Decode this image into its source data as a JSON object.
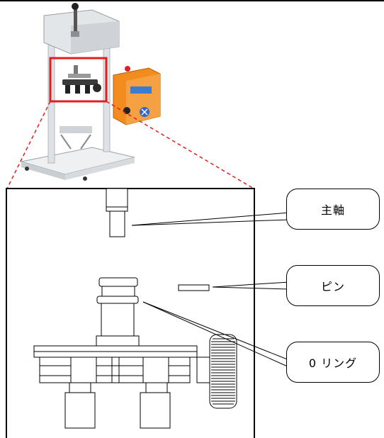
{
  "labels": {
    "spindle": "主軸",
    "pin": "ピン",
    "o_ring": "0 リング"
  },
  "colors": {
    "highlight": "#e02020",
    "machine_body": "#e6e8ea",
    "control_box": "#f28c1e",
    "line": "#000000"
  },
  "icons": {
    "machine": "press-machine-image",
    "control_panel": "control-box-icon",
    "emergency_stop": "red-stop-button-icon"
  }
}
